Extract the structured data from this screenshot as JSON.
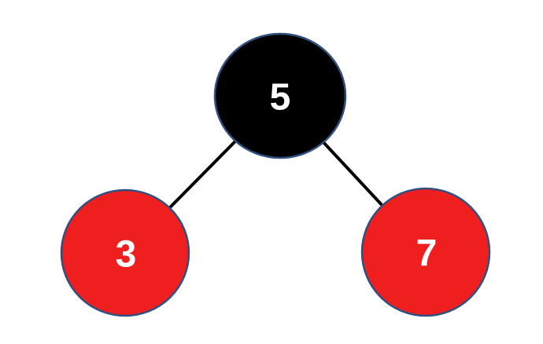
{
  "diagram": {
    "type": "binary-tree",
    "description": "Red-black tree: black root node 5 with red left child 3 and red right child 7",
    "nodes": [
      {
        "id": "root",
        "label": "5",
        "fill": "#000000",
        "color_role": "black-node",
        "children": [
          "left",
          "right"
        ]
      },
      {
        "id": "left",
        "label": "3",
        "fill": "#EF1F1F",
        "color_role": "red-node",
        "children": []
      },
      {
        "id": "right",
        "label": "7",
        "fill": "#EF1F1F",
        "color_role": "red-node",
        "children": []
      }
    ],
    "edges": [
      {
        "from": "5",
        "to": "3"
      },
      {
        "from": "5",
        "to": "7"
      }
    ]
  },
  "colors": {
    "background": "#FFFFFF",
    "node_border": "#2F5080",
    "node_text": "#FFFFFF",
    "edge": "#000000"
  }
}
